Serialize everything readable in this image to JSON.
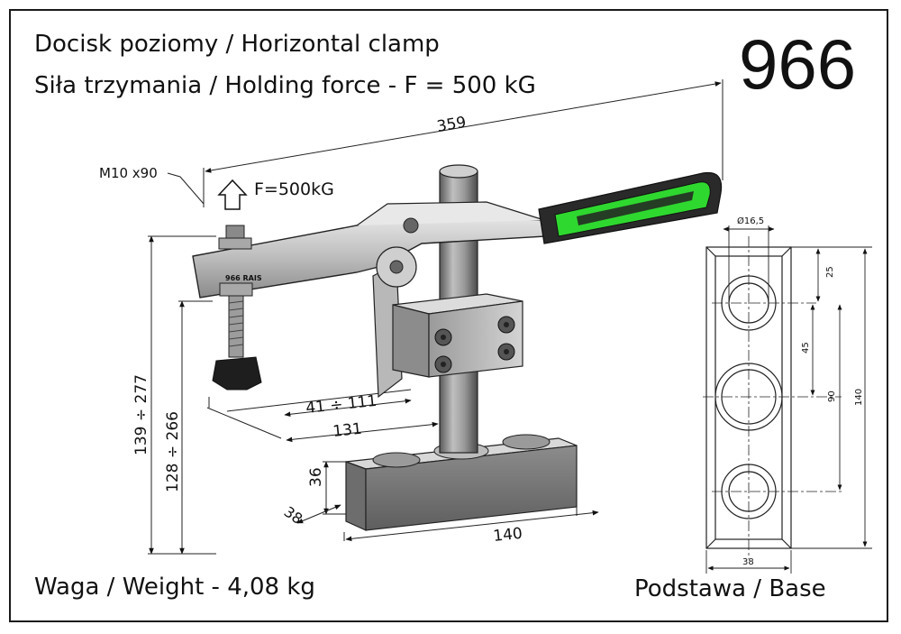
{
  "title": {
    "line1": "Docisk poziomy / Horizontal clamp",
    "line2": "Siła trzymania / Holding force - F = 500 kG"
  },
  "model_number": "966",
  "weight": "Waga / Weight - 4,08 kg",
  "base_label": "Podstawa / Base",
  "dimensions": {
    "overall_length": "359",
    "screw": "M10 x90",
    "force": "F=500kG",
    "reach": "41 ÷ 111",
    "reach_total": "131",
    "height_outer": "139 ÷ 277",
    "height_inner": "128 ÷ 266",
    "base_height": "36",
    "base_depth": "38",
    "base_length": "140",
    "arm_marking": "966 RAIS"
  },
  "base_drawing": {
    "hole_diameter": "Ø16,5",
    "dim_25": "25",
    "dim_45": "45",
    "dim_90": "90",
    "dim_140": "140",
    "dim_38": "38"
  },
  "colors": {
    "handle_green": "#2fd82f",
    "handle_black": "#2a2a2a",
    "metal_light": "#c9c9c9",
    "metal_dark": "#7d7d7d"
  }
}
